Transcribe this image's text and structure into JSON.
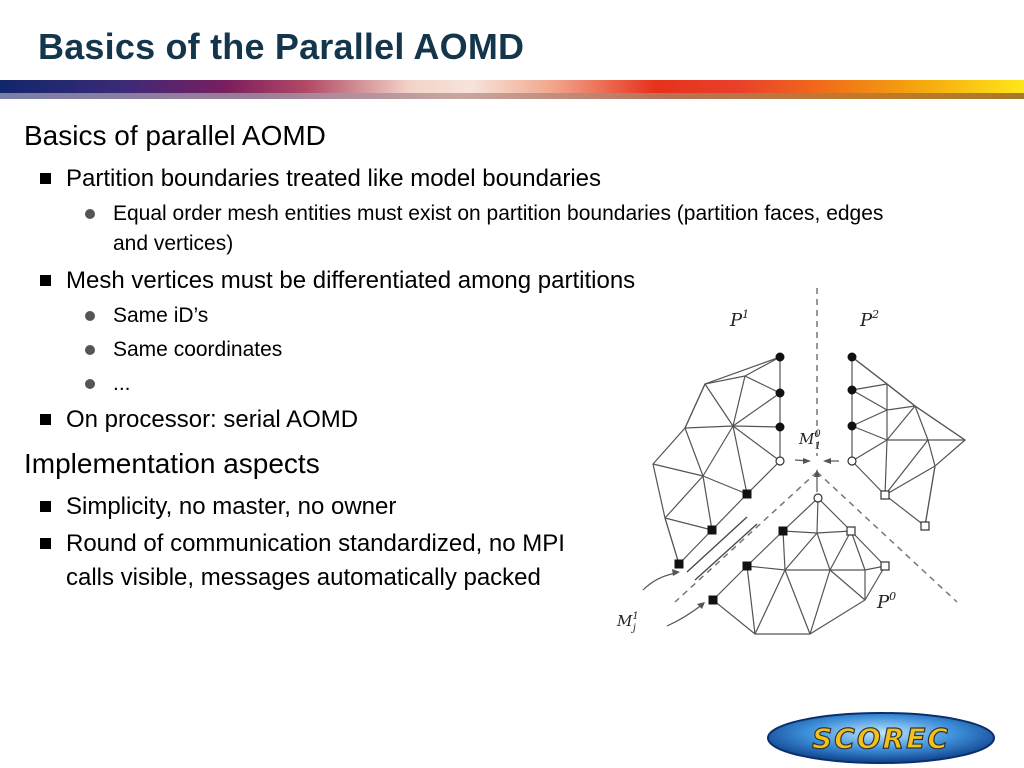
{
  "slide": {
    "title": "Basics of the Parallel AOMD"
  },
  "sections": [
    {
      "heading": "Basics of parallel AOMD",
      "items": [
        {
          "text": "Partition boundaries treated like model boundaries",
          "subitems": [
            "Equal order mesh entities must exist on partition boundaries (partition faces, edges and vertices)"
          ]
        },
        {
          "text": "Mesh vertices must be differentiated among partitions",
          "subitems": [
            "Same iD’s",
            "Same coordinates",
            "..."
          ]
        },
        {
          "text": "On processor: serial AOMD",
          "subitems": []
        }
      ]
    },
    {
      "heading": "Implementation aspects",
      "items": [
        {
          "text": "Simplicity, no master, no owner",
          "subitems": []
        },
        {
          "text": "Round of communication standardized, no MPI calls visible, messages automatically packed",
          "subitems": []
        }
      ]
    }
  ],
  "diagram": {
    "labels": {
      "p1": "P",
      "p1_sup": "1",
      "p2": "P",
      "p2_sup": "2",
      "p0": "P",
      "p0_sup": "0",
      "m10": "M",
      "m10_sup": "0",
      "m10_sub": "1",
      "mj1": "M",
      "mj1_sup": "1",
      "mj1_sub": "j"
    }
  },
  "logo": {
    "text": "SCOREC"
  }
}
